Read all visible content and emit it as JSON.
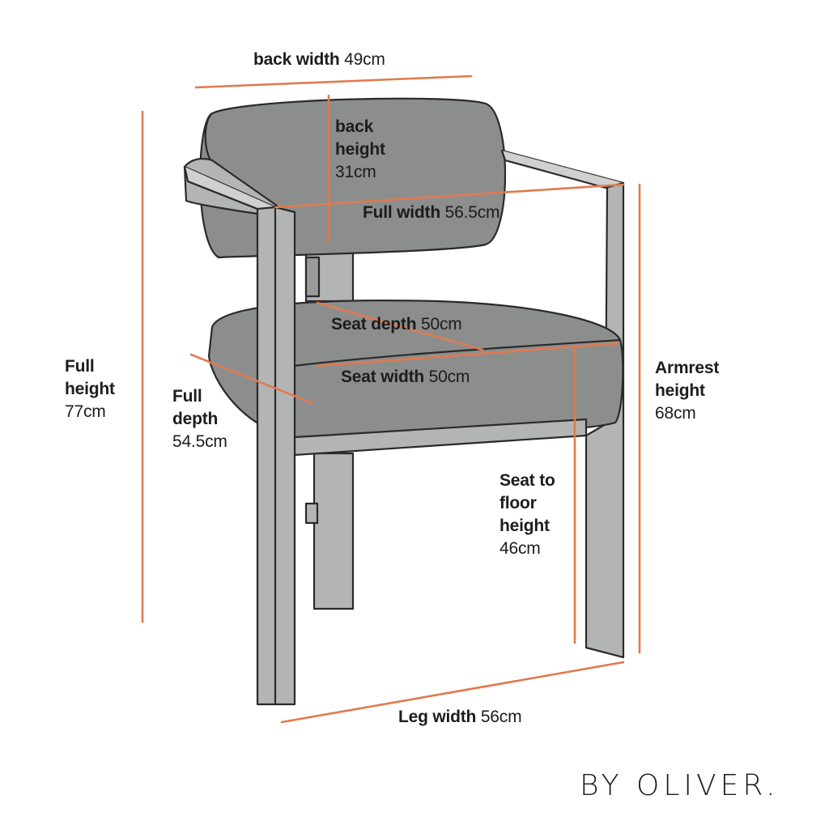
{
  "brand": "BY OLIVER.",
  "colors": {
    "dimension_line": "#E07A4F",
    "upholstery": "#8C8E8D",
    "frame": "#B3B5B4",
    "outline": "#2A2A2A",
    "text": "#1D1D1B"
  },
  "labels": {
    "back_width": {
      "name": "back width",
      "value": "49cm"
    },
    "back_height": {
      "name_1": "back",
      "name_2": "height",
      "value": "31cm"
    },
    "full_width": {
      "name": "Full width",
      "value": "56.5cm"
    },
    "seat_depth": {
      "name": "Seat depth",
      "value": "50cm"
    },
    "seat_width": {
      "name": "Seat width",
      "value": "50cm"
    },
    "full_height": {
      "name_1": "Full",
      "name_2": "height",
      "value": "77cm"
    },
    "full_depth": {
      "name_1": "Full",
      "name_2": "depth",
      "value": "54.5cm"
    },
    "armrest_height": {
      "name_1": "Armrest",
      "name_2": "height",
      "value": "68cm"
    },
    "seat_to_floor": {
      "name_1": "Seat to",
      "name_2": "floor",
      "name_3": "height",
      "value": "46cm"
    },
    "leg_width": {
      "name": "Leg width",
      "value": "56cm"
    }
  }
}
